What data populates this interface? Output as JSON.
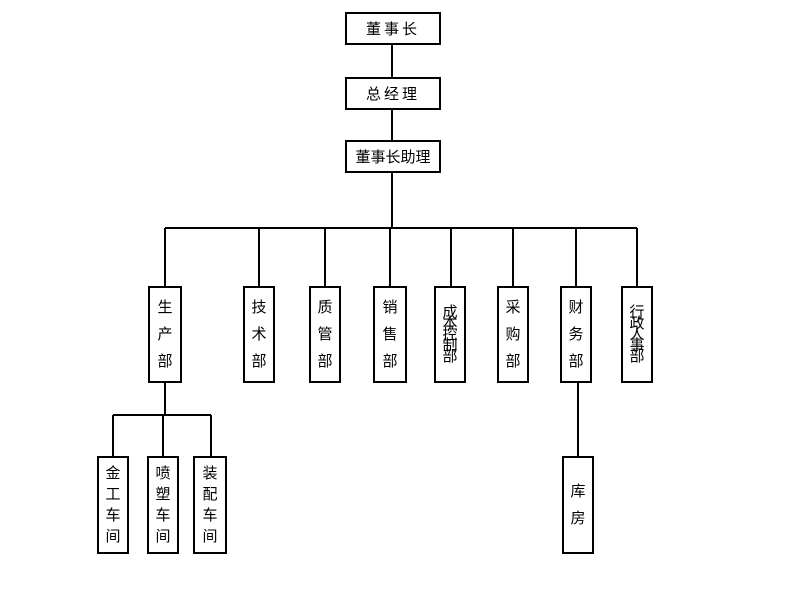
{
  "org_chart": {
    "chairman": "董事长",
    "general_manager": "总经理",
    "assistant": "董事长助理",
    "departments": [
      {
        "id": "production",
        "label": "生产部"
      },
      {
        "id": "technology",
        "label": "技术部"
      },
      {
        "id": "quality",
        "label": "质管部"
      },
      {
        "id": "sales",
        "label": "销售部"
      },
      {
        "id": "cost-control",
        "label": "成本控制部"
      },
      {
        "id": "purchasing",
        "label": "采购部"
      },
      {
        "id": "finance",
        "label": "财务部"
      },
      {
        "id": "admin-hr",
        "label": "行政人事部"
      }
    ],
    "workshops": [
      {
        "id": "metalwork",
        "label": "金工车间"
      },
      {
        "id": "spray",
        "label": "喷塑车间"
      },
      {
        "id": "assembly",
        "label": "装配车间"
      }
    ],
    "warehouse": "库房"
  }
}
